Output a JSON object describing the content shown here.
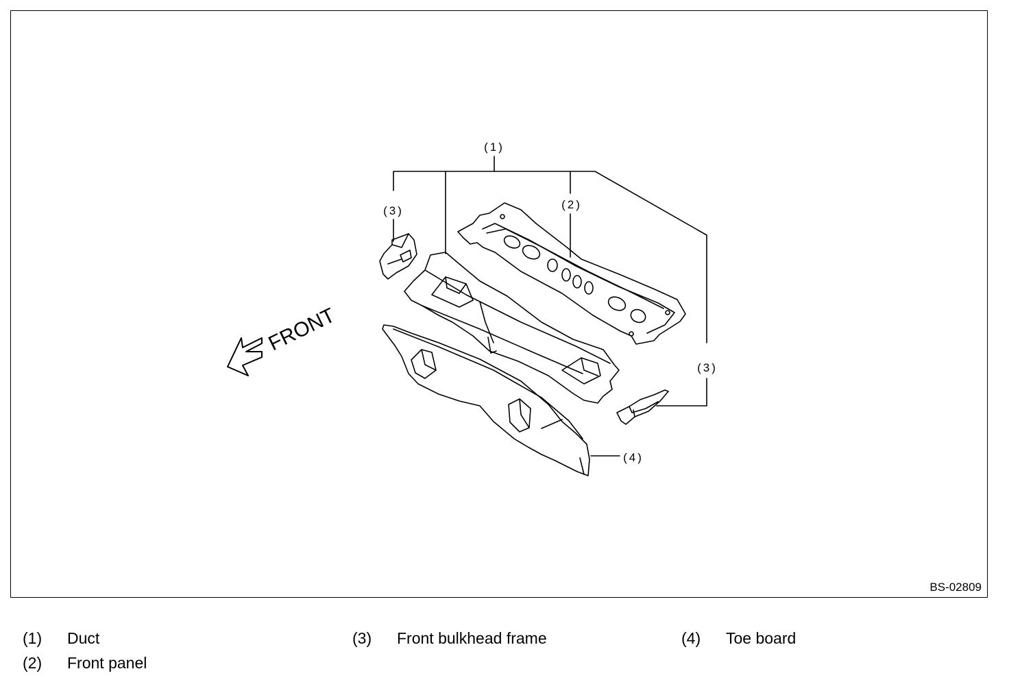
{
  "figure": {
    "code": "BS-02809",
    "front_label": "FRONT",
    "callouts": {
      "c1": "(1)",
      "c2": "(2)",
      "c3_left": "(3)",
      "c3_right": "(3)",
      "c4": "(4)"
    }
  },
  "legend": [
    {
      "num": "(1)",
      "label": "Duct"
    },
    {
      "num": "(2)",
      "label": "Front panel"
    },
    {
      "num": "(3)",
      "label": "Front bulkhead frame"
    },
    {
      "num": "(4)",
      "label": "Toe board"
    }
  ],
  "style": {
    "line_color": "#000000",
    "background": "#ffffff"
  }
}
